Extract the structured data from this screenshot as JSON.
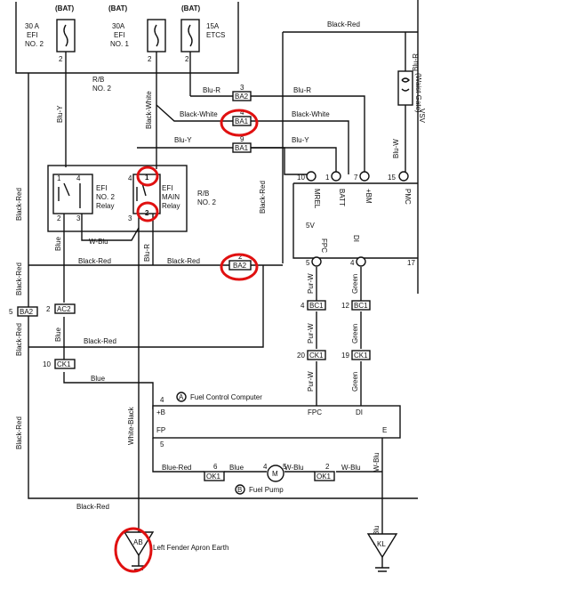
{
  "fuses": {
    "efi2": {
      "tag": "(BAT)",
      "label": "30A\nEFI\nNO. 2",
      "pin": "2"
    },
    "efi1": {
      "tag": "(BAT)",
      "label": "30A\nEFI\nNO. 1",
      "pin": "2"
    },
    "etcs": {
      "tag": "(BAT)",
      "label": "15A\nETCS",
      "pin": "2"
    }
  },
  "rb_top": "R/B\nNO. 2",
  "rb_mid": "R/B\nNO. 2",
  "relays": {
    "efi2": "EFI\nNO. 2\nRelay",
    "main": "EFI\nMAIN\nRelay"
  },
  "connectors": {
    "ba2_3": "BA2",
    "ba1_4": "BA1",
    "ba1_9": "BA1",
    "ba2_2": "BA2",
    "ba2_5": "BA2",
    "ac2": "AC2",
    "ck1_10": "CK1",
    "bc1_4": "BC1",
    "bc1_12": "BC1",
    "ck1_20": "CK1",
    "ck1_19": "CK1",
    "ok1_6": "OK1",
    "ok1_2": "OK1",
    "ab": "AB",
    "kl": "KL"
  },
  "wires": {
    "bluR": "Blu-R",
    "blackWhite": "Black-White",
    "bluY": "Blu-Y",
    "blackRed": "Black-Red",
    "blue": "Blue",
    "wBlu": "W-Blu",
    "whiteBlack": "White-Black",
    "purW": "Pur-W",
    "green": "Green",
    "bluRed": "Blue-Red",
    "bluW": "Blu-W"
  },
  "ecu": {
    "pins_top": [
      "MREL",
      "BATT",
      "+BM",
      "PMC"
    ],
    "pin_nums_top": [
      "10",
      "1",
      "7",
      "15"
    ],
    "fpc": "FPC",
    "di": "DI",
    "fpc_n": "5",
    "di_n": "4",
    "n17": "17",
    "label": "Fuel Control Computer",
    "marker": "A",
    "pins": {
      "b": "+B",
      "fp": "FP",
      "fpc": "FPC",
      "di": "DI",
      "e": "E",
      "n4": "4",
      "n5": "5"
    }
  },
  "pump": {
    "label": "Fuel Pump",
    "marker": "B"
  },
  "vsv": "VSV",
  "waist": "(Waist Gate)",
  "ground_left": "Left Fender Apron Earth",
  "five_v": "5V",
  "highlight": "circled items in red"
}
